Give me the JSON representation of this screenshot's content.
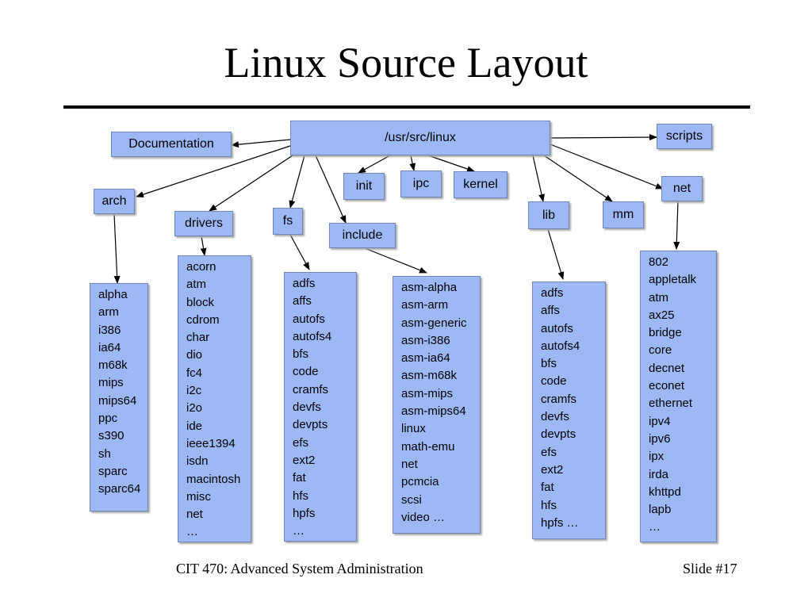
{
  "slide": {
    "title": "Linux Source Layout",
    "footer_left": "CIT 470: Advanced System Administration",
    "footer_right": "Slide #17"
  },
  "nodes": {
    "root": "/usr/src/linux",
    "documentation": "Documentation",
    "scripts": "scripts",
    "arch": "arch",
    "drivers": "drivers",
    "fs": "fs",
    "include": "include",
    "init": "init",
    "ipc": "ipc",
    "kernel": "kernel",
    "lib": "lib",
    "mm": "mm",
    "net": "net"
  },
  "lists": {
    "arch": [
      "alpha",
      "arm",
      "i386",
      "ia64",
      "m68k",
      "mips",
      "mips64",
      "ppc",
      "s390",
      "sh",
      "sparc",
      "sparc64"
    ],
    "drivers": [
      "acorn",
      "atm",
      "block",
      "cdrom",
      "char",
      "dio",
      "fc4",
      "i2c",
      "i2o",
      "ide",
      "ieee1394",
      "isdn",
      "macintosh",
      "misc",
      "net",
      "…"
    ],
    "fs": [
      "adfs",
      "affs",
      "autofs",
      "autofs4",
      "bfs",
      "code",
      "cramfs",
      "devfs",
      "devpts",
      "efs",
      "ext2",
      "fat",
      "hfs",
      "hpfs",
      "…"
    ],
    "include": [
      "asm-alpha",
      "asm-arm",
      "asm-generic",
      "asm-i386",
      "asm-ia64",
      "asm-m68k",
      "asm-mips",
      "asm-mips64",
      "linux",
      "math-emu",
      "net",
      "pcmcia",
      "scsi",
      "video …"
    ],
    "lib": [
      "adfs",
      "affs",
      "autofs",
      "autofs4",
      "bfs",
      "code",
      "cramfs",
      "devfs",
      "devpts",
      "efs",
      "ext2",
      "fat",
      "hfs",
      "hpfs …"
    ],
    "net": [
      "802",
      "appletalk",
      "atm",
      "ax25",
      "bridge",
      "core",
      "decnet",
      "econet",
      "ethernet",
      "ipv4",
      "ipv6",
      "ipx",
      "irda",
      "khttpd",
      "lapb",
      "…"
    ]
  },
  "colors": {
    "box_fill": "#9db9f5",
    "box_border": "#6e87b8",
    "arrow": "#000000"
  }
}
